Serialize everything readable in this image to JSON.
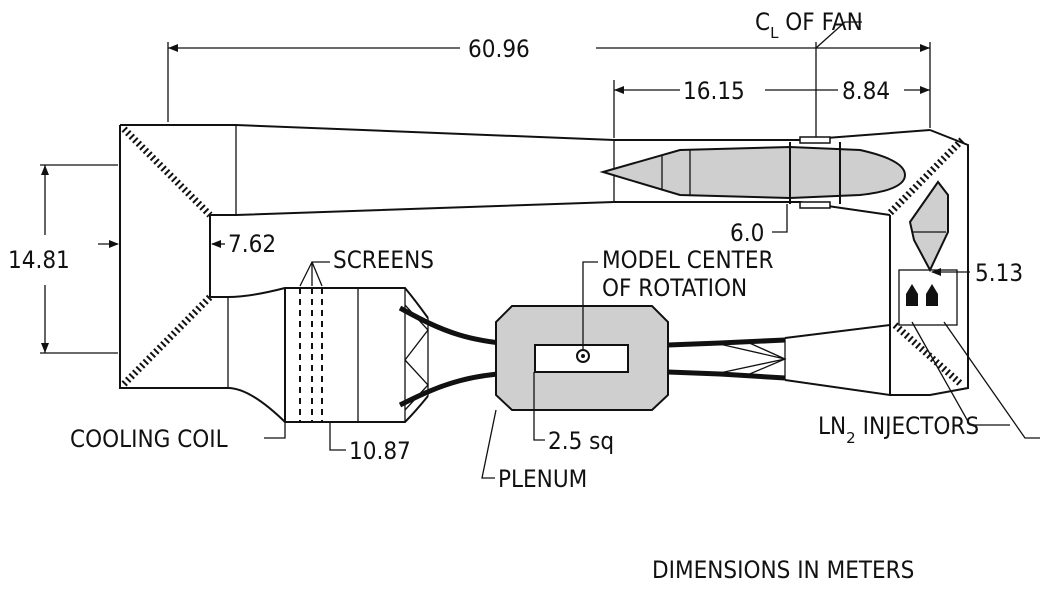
{
  "labels": {
    "overall_length": "60.96",
    "fan_centerline": "C",
    "fan_centerline_sub": "L",
    "fan_centerline_rest": " OF FAN",
    "upstream_to_fan": "16.15",
    "fan_to_corner": "8.84",
    "fan_diameter": "6.0",
    "overall_width": "14.81",
    "return_leg_height": "7.62",
    "screens": "SCREENS",
    "model_center_line1": "MODEL CENTER",
    "model_center_line2": "OF ROTATION",
    "corner_dimension": "5.13",
    "cooling_coil": "COOLING COIL",
    "settling_chamber": "10.87",
    "test_section": "2.5 sq",
    "plenum": "PLENUM",
    "injectors_prefix": "LN",
    "injectors_sub": "2",
    "injectors_rest": " INJECTORS",
    "units_note": "DIMENSIONS IN METERS"
  }
}
